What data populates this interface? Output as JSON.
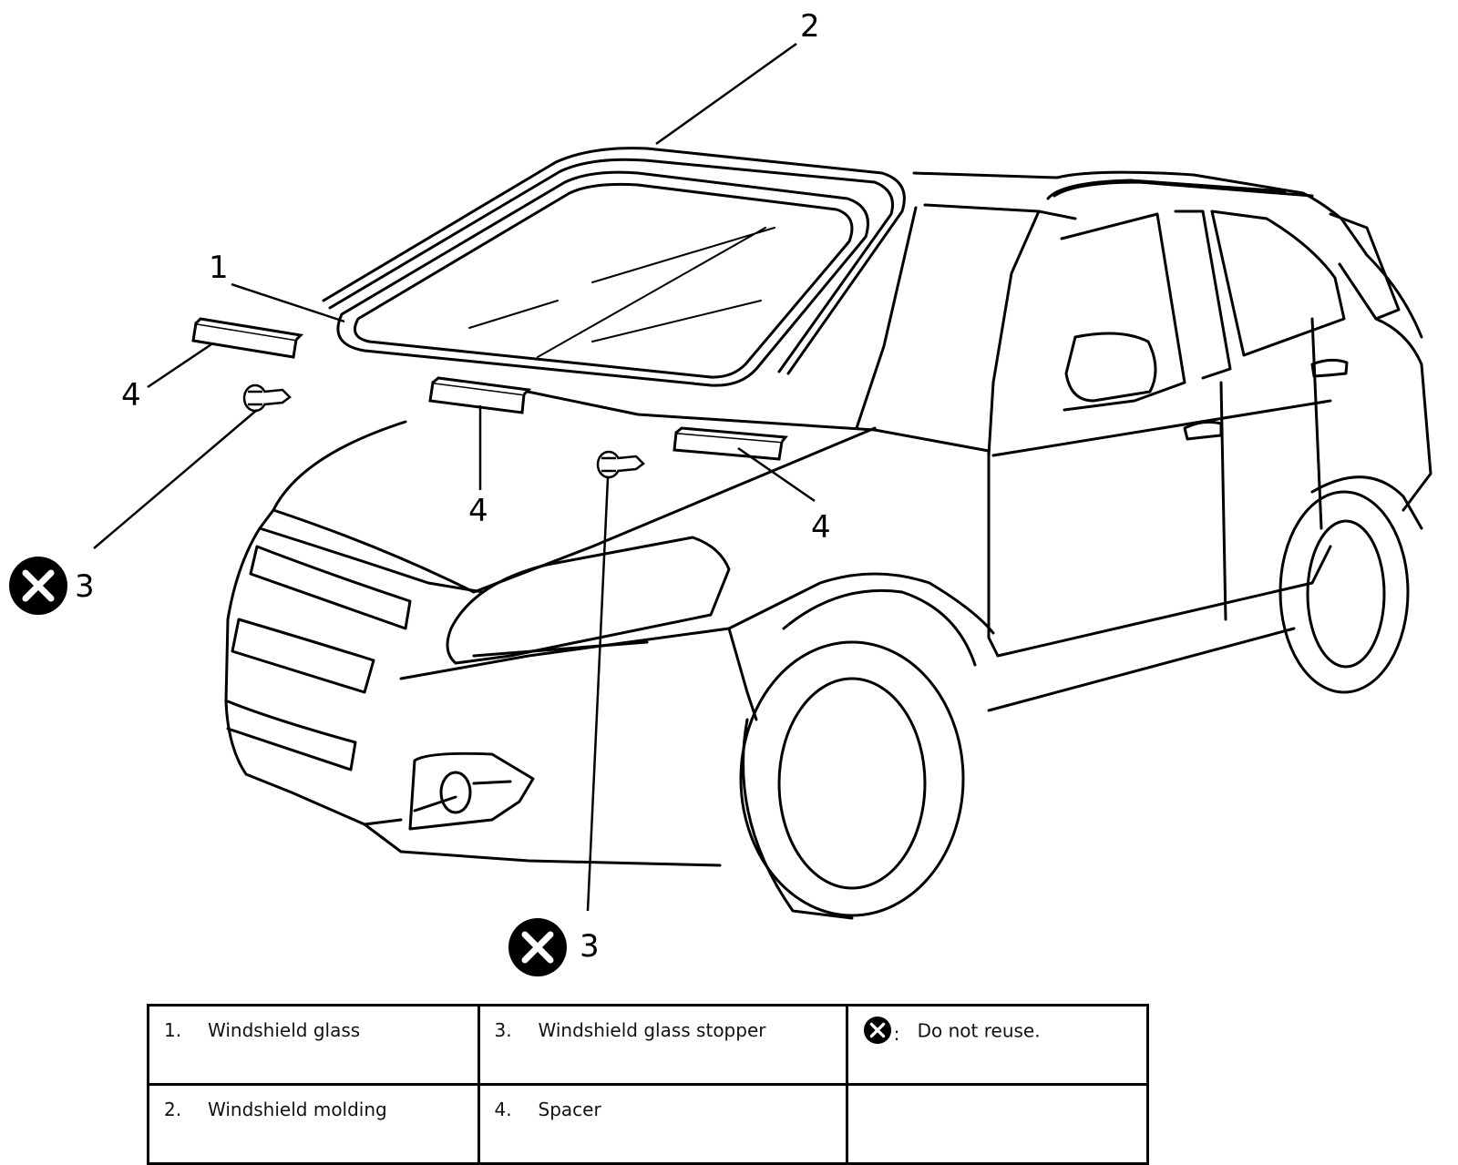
{
  "callouts": {
    "c1": "1",
    "c2": "2",
    "c3a": "3",
    "c3b": "3",
    "c4a": "4",
    "c4b": "4",
    "c4c": "4"
  },
  "legend": {
    "rows": [
      [
        {
          "num": "1.",
          "label": "Windshield glass"
        },
        {
          "num": "3.",
          "label": "Windshield glass stopper"
        },
        {
          "symbol": "do-not-reuse-icon",
          "colon": ":",
          "label": "Do not reuse."
        }
      ],
      [
        {
          "num": "2.",
          "label": "Windshield molding"
        },
        {
          "num": "4.",
          "label": "Spacer"
        },
        {
          "label": ""
        }
      ]
    ]
  }
}
